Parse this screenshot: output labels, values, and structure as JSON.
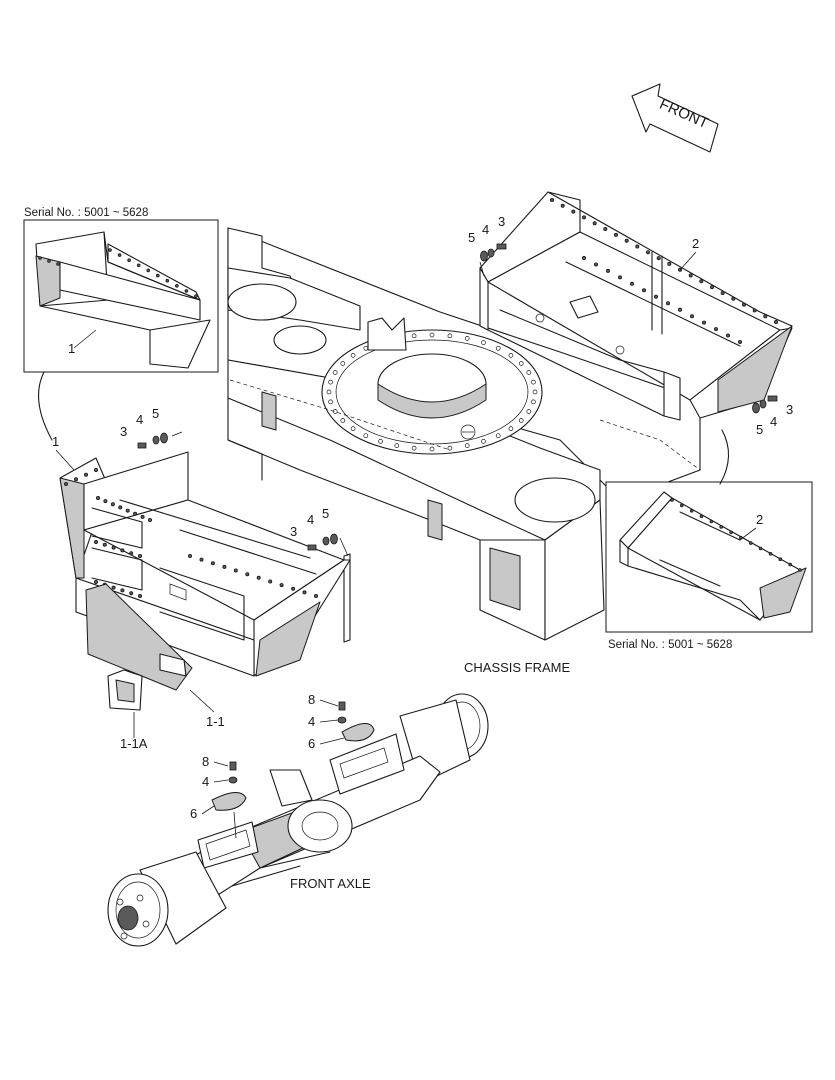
{
  "front_arrow": {
    "label": "FRONT"
  },
  "captions": {
    "chassis_frame": "CHASSIS FRAME",
    "front_axle": "FRONT AXLE"
  },
  "inset_left": {
    "serial": "Serial No. : 5001 ~ 5628",
    "callout": "1"
  },
  "inset_right": {
    "serial": "Serial No. : 5001 ~ 5628",
    "callout": "2"
  },
  "callouts": {
    "left_tray": "1",
    "left_cover": "1-1",
    "left_bracket": "1-1A",
    "right_tray": "2",
    "l_bolt": "3",
    "l_washer": "4",
    "l_nut": "5",
    "c_bolt": "3",
    "c_washer": "4",
    "c_nut": "5",
    "r_top_bolt": "3",
    "r_top_washer": "4",
    "r_top_nut": "5",
    "r_side_bolt": "3",
    "r_side_washer": "4",
    "r_side_nut": "5",
    "ax1_bolt": "8",
    "ax1_washer": "4",
    "ax1_plate": "6",
    "ax2_bolt": "8",
    "ax2_washer": "4",
    "ax2_plate": "6"
  },
  "colors": {
    "line": "#1a1a1a",
    "shade": "#c8c8c8",
    "background": "#ffffff"
  }
}
